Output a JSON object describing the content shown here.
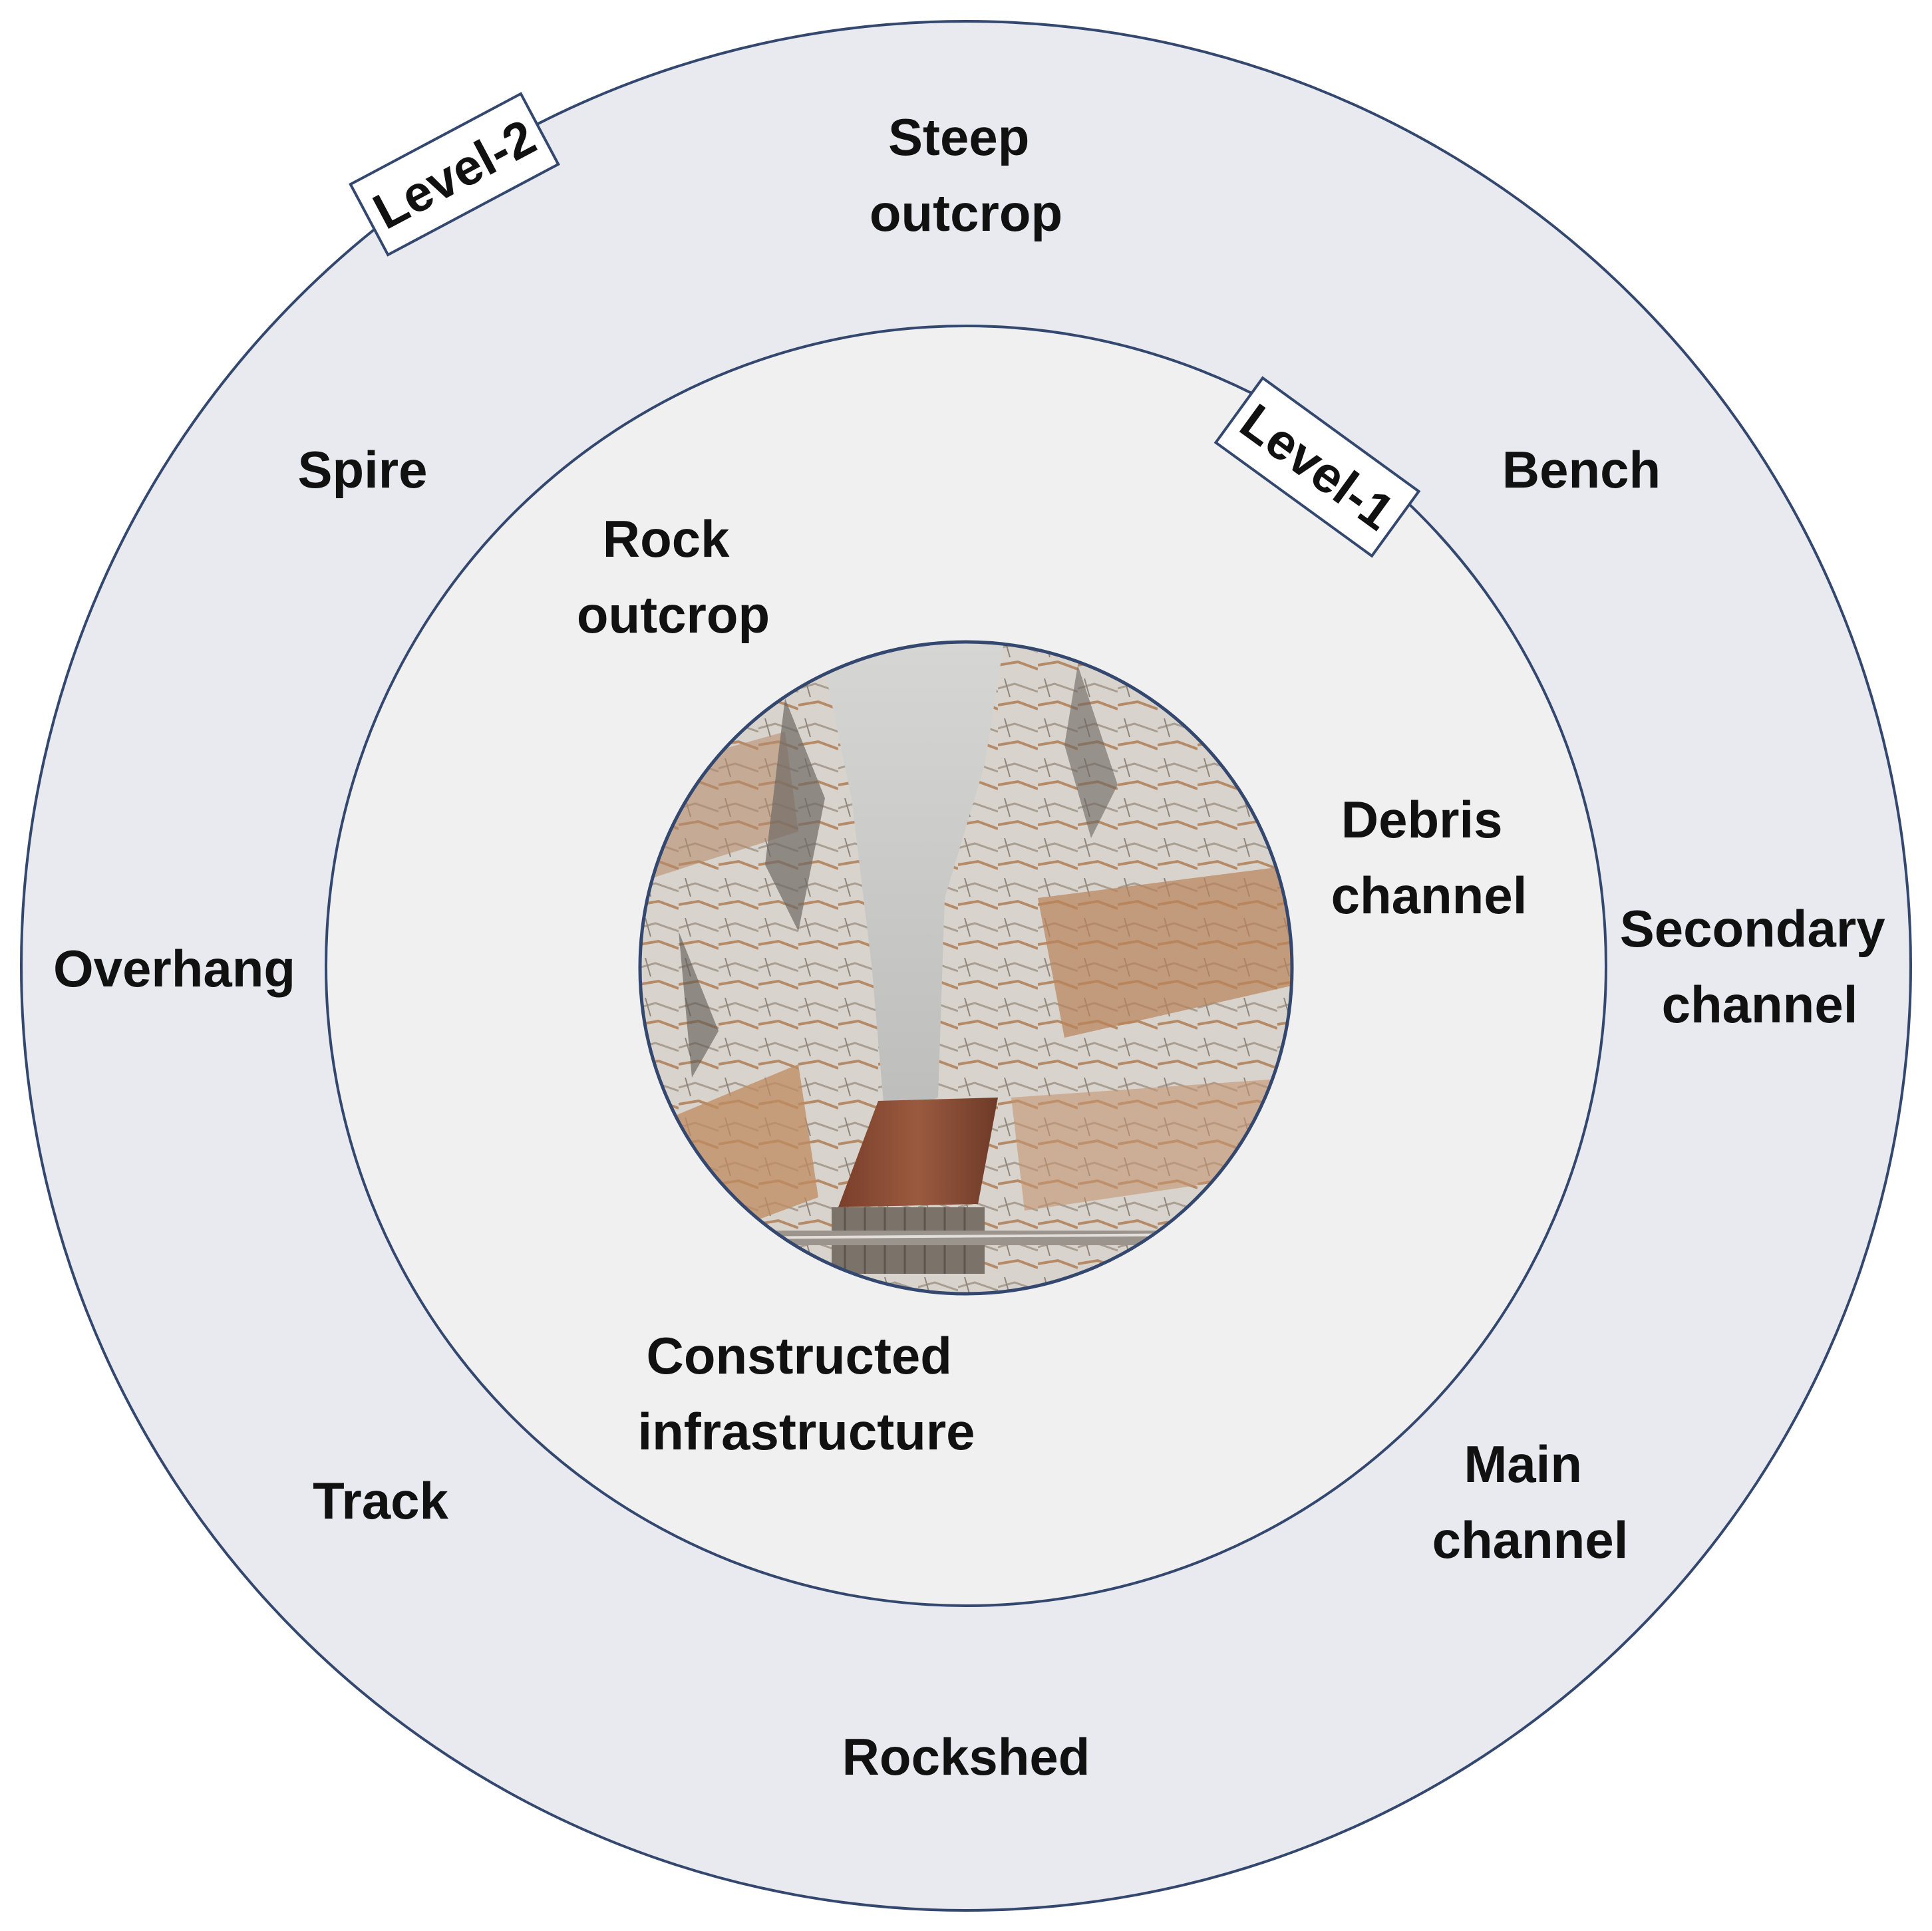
{
  "colors": {
    "outer_ring_fill": "#e8eaef",
    "inner_ring_fill": "#f0f0f0",
    "ring_stroke": "#33476f",
    "text": "#111111",
    "photo_rock_light": "#d9d5cf",
    "photo_rock_orange": "#b9835a",
    "photo_debris": "#c9c9c7",
    "photo_roof_rust": "#8a4c33"
  },
  "level_tags": {
    "level2": "Level-2",
    "level1": "Level-1"
  },
  "level2_labels": {
    "steep_outcrop": [
      "Steep",
      "outcrop"
    ],
    "spire": "Spire",
    "bench": "Bench",
    "overhang": "Overhang",
    "secondary_channel": [
      "Secondary",
      "channel"
    ],
    "track": "Track",
    "main_channel": [
      "Main",
      "channel"
    ],
    "rockshed": "Rockshed"
  },
  "level1_labels": {
    "rock_outcrop": [
      "Rock",
      "outcrop"
    ],
    "debris_channel": [
      "Debris",
      "channel"
    ],
    "constructed_infrastructure": [
      "Constructed",
      "infrastructure"
    ]
  },
  "center_image": {
    "icon": "rockfall-slope-photo-icon"
  }
}
